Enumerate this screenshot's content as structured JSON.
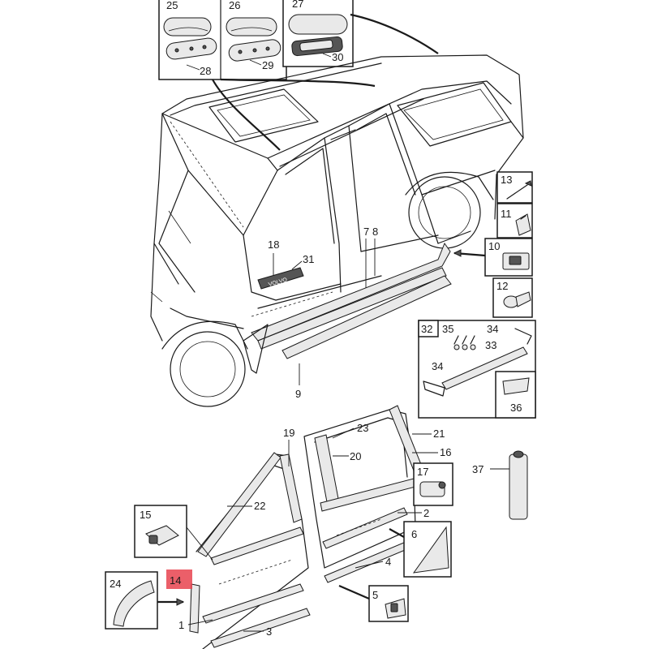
{
  "diagram": {
    "callouts": {
      "c1": "1",
      "c2": "2",
      "c3": "3",
      "c4": "4",
      "c5": "5",
      "c6": "6",
      "c7": "7",
      "c8": "8",
      "c9": "9",
      "c10": "10",
      "c11": "11",
      "c12": "12",
      "c13": "13",
      "c14": "14",
      "c15": "15",
      "c16": "16",
      "c17": "17",
      "c18": "18",
      "c19": "19",
      "c20": "20",
      "c21": "21",
      "c22": "22",
      "c23": "23",
      "c24": "24",
      "c25": "25",
      "c26": "26",
      "c27": "27",
      "c28": "28",
      "c29": "29",
      "c30": "30",
      "c31": "31",
      "c32": "32",
      "c33": "33",
      "c34a": "34",
      "c34b": "34",
      "c35": "35",
      "c36": "36",
      "c37": "37"
    },
    "highlighted_callout": "14",
    "highlight_color": "#e8434f",
    "badge_text": "VOLVO"
  }
}
